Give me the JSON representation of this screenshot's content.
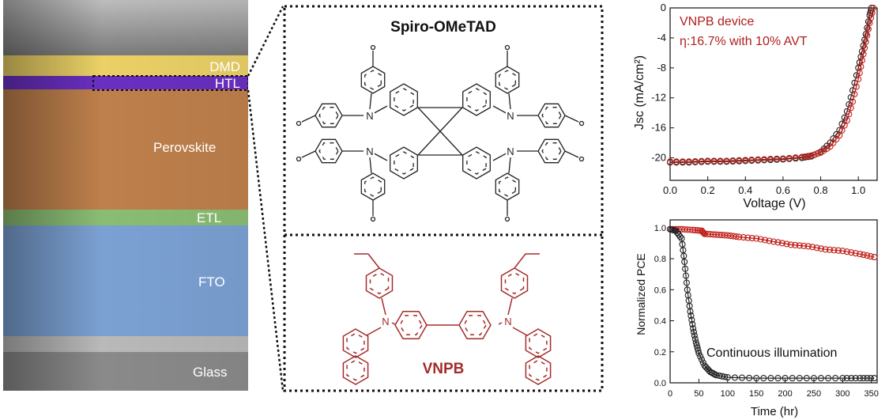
{
  "stack": {
    "layers": [
      {
        "label": "DMD",
        "color": "#e6c84a"
      },
      {
        "label": "HTL",
        "color": "#6a2fc2"
      },
      {
        "label": "Perovskite",
        "color": "#b36a2d"
      },
      {
        "label": "ETL",
        "color": "#76b25a"
      },
      {
        "label": "FTO",
        "color": "#4f82c4"
      },
      {
        "label": "Glass",
        "color": "#8a8a8a"
      }
    ]
  },
  "molecules": {
    "top_name": "Spiro-OMeTAD",
    "bottom_name": "VNPB",
    "atom_label": "N",
    "top_color": "#222222",
    "bottom_color": "#a52a2a"
  },
  "chart_data": [
    {
      "type": "scatter",
      "title": "",
      "xlabel": "Voltage (V)",
      "ylabel": "Jsc (mA/cm²)",
      "xlim": [
        0.0,
        1.1
      ],
      "ylim": [
        -23,
        0
      ],
      "xticks": [
        "0.0",
        "0.2",
        "0.4",
        "0.6",
        "0.8",
        "1.0"
      ],
      "yticks": [
        "0",
        "-4",
        "-8",
        "-12",
        "-16",
        "-20"
      ],
      "annotations": [
        "VNPB device",
        "η:16.7% with 10% AVT"
      ],
      "series": [
        {
          "color": "#222222",
          "x": [
            0.0,
            0.1,
            0.2,
            0.3,
            0.4,
            0.5,
            0.6,
            0.7,
            0.75,
            0.8,
            0.85,
            0.9,
            0.94,
            0.97,
            1.0,
            1.02,
            1.04,
            1.06,
            1.07
          ],
          "y": [
            -20.6,
            -20.6,
            -20.5,
            -20.5,
            -20.4,
            -20.3,
            -20.2,
            -20.0,
            -19.8,
            -19.2,
            -18.0,
            -16.3,
            -13.8,
            -11.0,
            -8.0,
            -5.8,
            -3.5,
            -1.0,
            0
          ]
        },
        {
          "color": "#c0201b",
          "x": [
            0.0,
            0.1,
            0.2,
            0.3,
            0.4,
            0.5,
            0.6,
            0.7,
            0.75,
            0.8,
            0.85,
            0.9,
            0.94,
            0.97,
            1.0,
            1.02,
            1.04,
            1.06,
            1.08
          ],
          "y": [
            -20.5,
            -20.5,
            -20.4,
            -20.4,
            -20.3,
            -20.2,
            -20.1,
            -19.9,
            -19.7,
            -19.3,
            -18.5,
            -17.0,
            -15.0,
            -12.5,
            -9.5,
            -7.0,
            -4.5,
            -2.0,
            0
          ]
        }
      ]
    },
    {
      "type": "scatter",
      "title": "",
      "xlabel": "Time (hr)",
      "ylabel": "Normalized PCE",
      "xlim": [
        0,
        360
      ],
      "ylim": [
        0,
        1.05
      ],
      "xticks": [
        "0",
        "50",
        "100",
        "150",
        "200",
        "250",
        "300",
        "350"
      ],
      "yticks": [
        "0.0",
        "0.2",
        "0.4",
        "0.6",
        "0.8",
        "1.0"
      ],
      "annotations": [
        "Continuous illumination"
      ],
      "series": [
        {
          "color": "#c0201b",
          "x": [
            0,
            20,
            40,
            55,
            60,
            80,
            100,
            120,
            150,
            180,
            210,
            240,
            270,
            300,
            330,
            355
          ],
          "y": [
            0.99,
            0.99,
            0.985,
            0.98,
            0.96,
            0.955,
            0.95,
            0.94,
            0.93,
            0.91,
            0.89,
            0.88,
            0.86,
            0.85,
            0.83,
            0.81
          ]
        },
        {
          "color": "#222222",
          "x": [
            0,
            10,
            20,
            25,
            30,
            35,
            40,
            45,
            50,
            60,
            70,
            80,
            100,
            150,
            200,
            250,
            300,
            330,
            355
          ],
          "y": [
            0.99,
            0.98,
            0.93,
            0.78,
            0.6,
            0.46,
            0.35,
            0.26,
            0.19,
            0.11,
            0.07,
            0.05,
            0.035,
            0.03,
            0.03,
            0.03,
            0.03,
            0.03,
            0.03
          ]
        }
      ]
    }
  ]
}
